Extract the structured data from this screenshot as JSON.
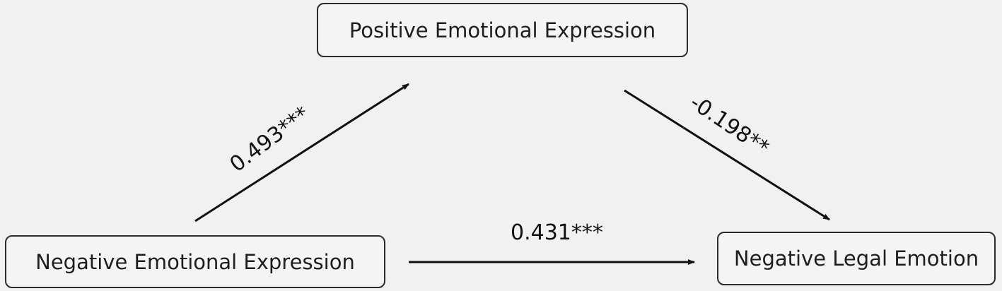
{
  "nodes": {
    "mediator": "Positive Emotional Expression",
    "predictor": "Negative Emotional Expression",
    "outcome": "Negative Legal Emotion"
  },
  "paths": {
    "a": "0.493***",
    "b": "-0.198**",
    "c": "0.431***"
  }
}
